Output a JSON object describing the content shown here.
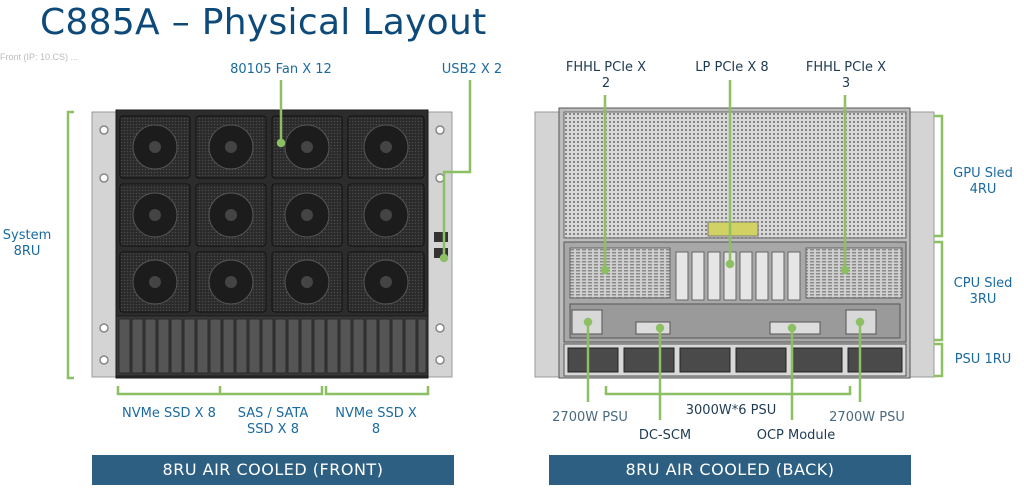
{
  "title": "C885A – Physical Layout",
  "subtitle_faded": "Front (IP: 10.CS) ...",
  "front": {
    "fan_label": "80105 Fan X 12",
    "usb_label": "USB2 X 2",
    "system_label_line1": "System",
    "system_label_line2": "8RU",
    "nvme_left_label": "NVMe SSD X 8",
    "sata_label_line1": "SAS / SATA",
    "sata_label_line2": "SSD X 8",
    "nvme_right_line1": "NVMe SSD X",
    "nvme_right_line2": "8",
    "banner": "8RU AIR COOLED (FRONT)"
  },
  "back": {
    "fhhl_left_line1": "FHHL PCIe X",
    "fhhl_left_line2": "2",
    "lp_label": "LP PCIe X 8",
    "fhhl_right_line1": "FHHL PCIe X",
    "fhhl_right_line2": "3",
    "gpu_sled_line1": "GPU Sled",
    "gpu_sled_line2": "4RU",
    "cpu_sled_line1": "CPU Sled",
    "cpu_sled_line2": "3RU",
    "psu_label": "PSU 1RU",
    "psu_left_label": "2700W PSU",
    "dc_scm_label": "DC-SCM",
    "psu_center_label": "3000W*6 PSU",
    "ocp_label": "OCP Module",
    "psu_right_label": "2700W PSU",
    "banner": "8RU AIR COOLED (BACK)"
  },
  "colors": {
    "title": "#0d4a7a",
    "label": "#1a6aa0",
    "callout_green": "#8dc063",
    "banner_bg": "#2d5f82"
  }
}
